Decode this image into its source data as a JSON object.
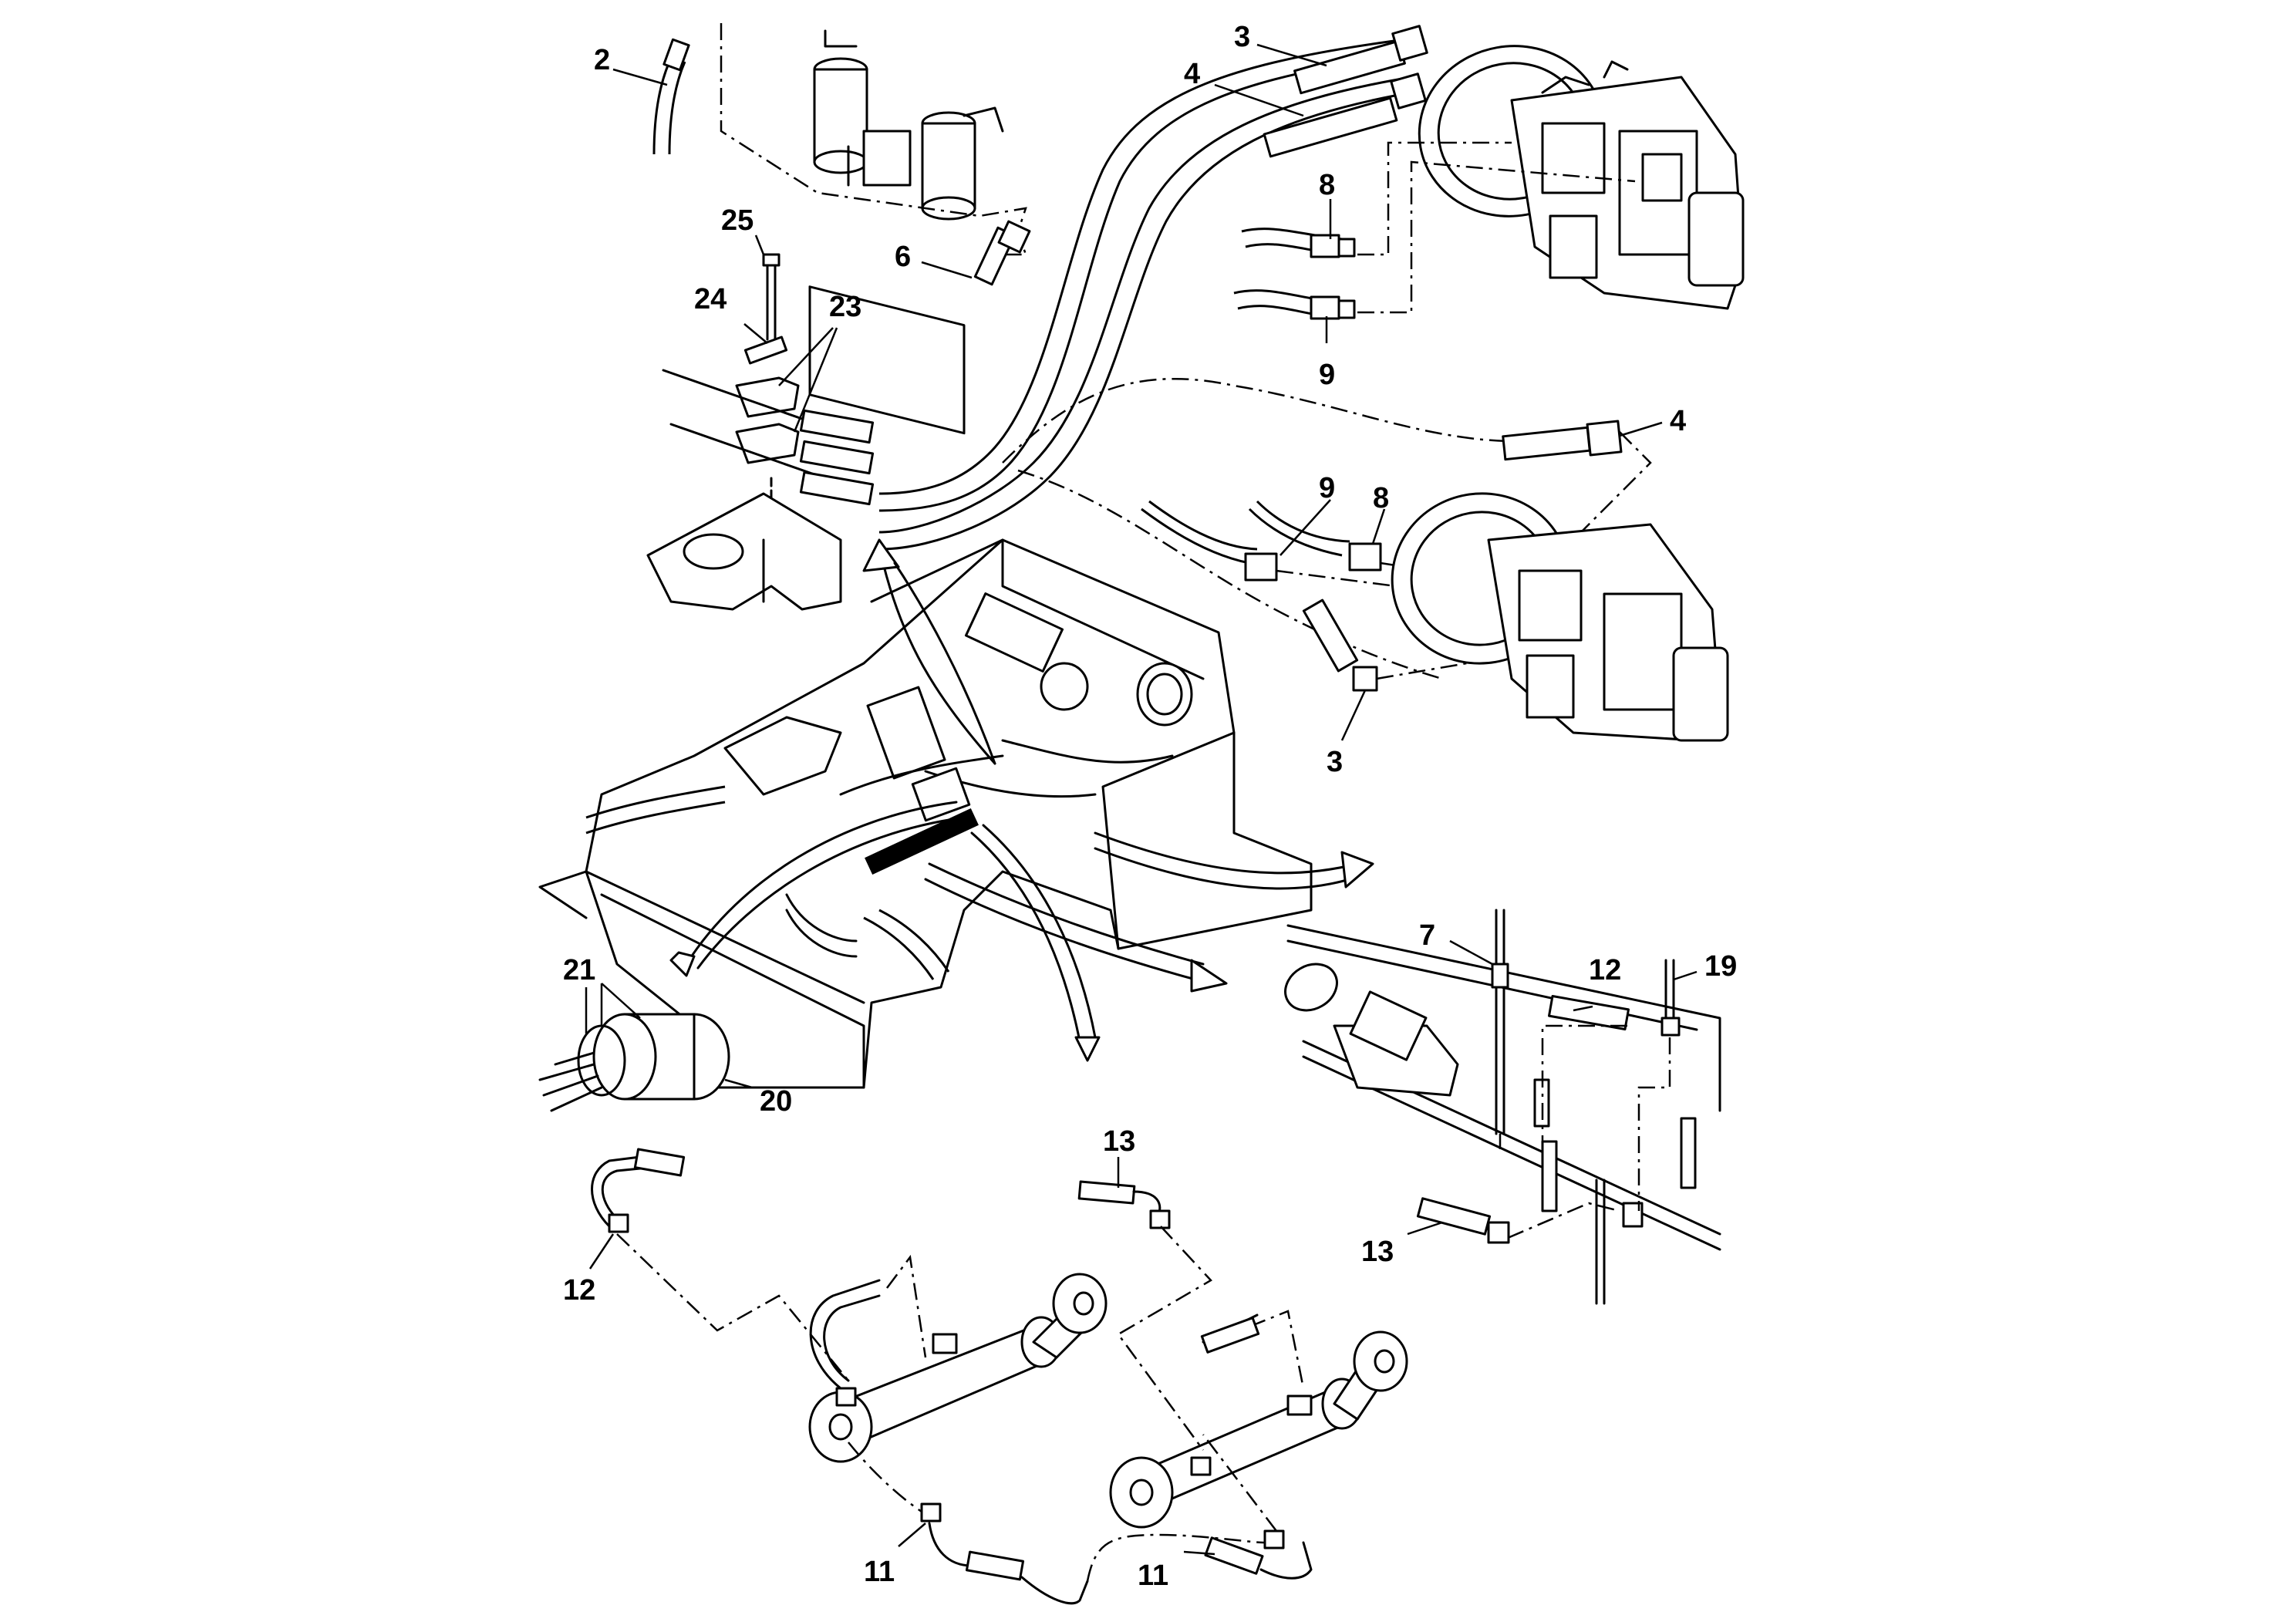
{
  "callouts": {
    "c2": "2",
    "c3_top": "3",
    "c4_top": "4",
    "c6": "6",
    "c8_top": "8",
    "c9_top": "9",
    "c25": "25",
    "c24": "24",
    "c23": "23",
    "c4_mid": "4",
    "c9_mid": "9",
    "c8_mid": "8",
    "c3_mid": "3",
    "c7": "7",
    "c12_right": "12",
    "c19": "19",
    "c21": "21",
    "c20": "20",
    "c13_mid": "13",
    "c13_right": "13",
    "c12_left": "12",
    "c11_left": "11",
    "c11_right": "11"
  }
}
